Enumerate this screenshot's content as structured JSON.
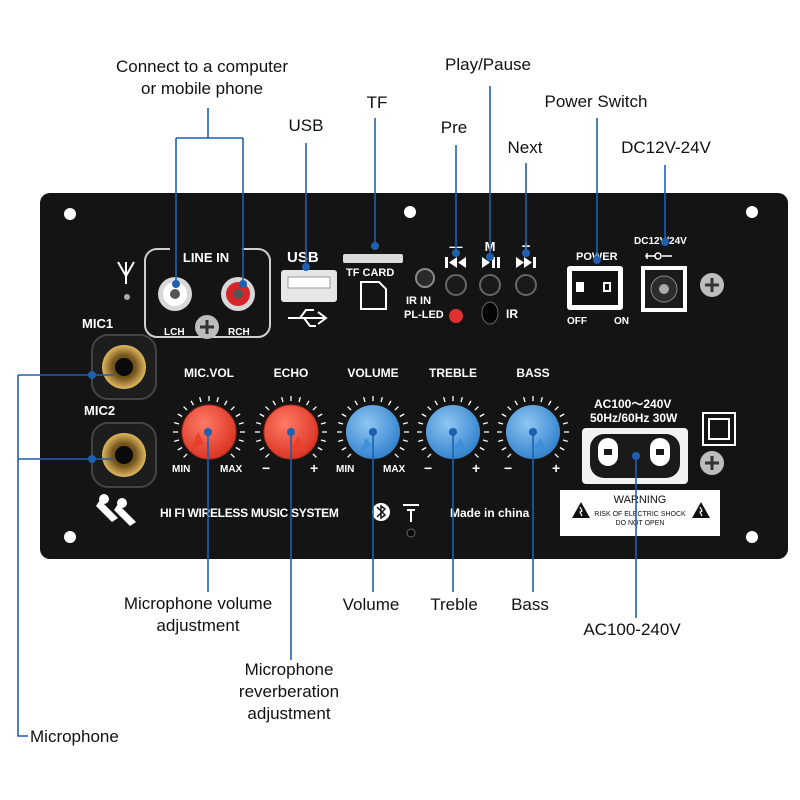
{
  "callouts": {
    "connect_line1": "Connect to a computer",
    "connect_line2": "or mobile phone",
    "usb": "USB",
    "tf": "TF",
    "play_pause": "Play/Pause",
    "pre": "Pre",
    "next": "Next",
    "power_switch": "Power Switch",
    "dc": "DC12V-24V",
    "mic_vol_line1": "Microphone volume",
    "mic_vol_line2": "adjustment",
    "mic_rev_line1": "Microphone",
    "mic_rev_line2": "reverberation",
    "mic_rev_line3": "adjustment",
    "microphone": "Microphone",
    "volume": "Volume",
    "treble": "Treble",
    "bass": "Bass",
    "ac": "AC100-240V"
  },
  "panel": {
    "line_in": "LINE IN",
    "lch": "LCH",
    "rch": "RCH",
    "usb": "USB",
    "tf_card": "TF CARD",
    "ir_in": "IR IN",
    "pl_led": "PL-LED",
    "ir": "IR",
    "minus": "—",
    "m": "M",
    "plus": "+",
    "power": "POWER",
    "off": "OFF",
    "on": "ON",
    "dc_label": "DC12V/24V",
    "mic1": "MIC1",
    "mic2": "MIC2",
    "mic_vol": "MIC.VOL",
    "echo": "ECHO",
    "volume": "VOLUME",
    "treble": "TREBLE",
    "bass": "BASS",
    "min": "MIN",
    "max": "MAX",
    "knob_minus": "−",
    "knob_plus": "+",
    "ac_line1": "AC100～240V",
    "ac_line2": "50Hz/60Hz 30W",
    "warning_title": "WARNING",
    "warning_line1": "RISK OF ELECTRIC SHOCK",
    "warning_line2": "DO NOT OPEN",
    "brand": "HI FI WIRELESS MUSIC SYSTEM",
    "made_in": "Made in china"
  },
  "colors": {
    "panel": "#141414",
    "lead": "#1f5fb0",
    "red_knob": "#e8402a",
    "blue_knob": "#3c8fd8",
    "rca_red": "#d8252a",
    "gold": "#c9a244"
  },
  "icons": [
    "antenna-icon",
    "bluetooth-icon",
    "usb-symbol-icon",
    "prev-track-icon",
    "play-pause-icon",
    "next-track-icon",
    "screw-icon",
    "warning-triangle-icon",
    "dc-polarity-icon",
    "square-symbol-icon"
  ]
}
